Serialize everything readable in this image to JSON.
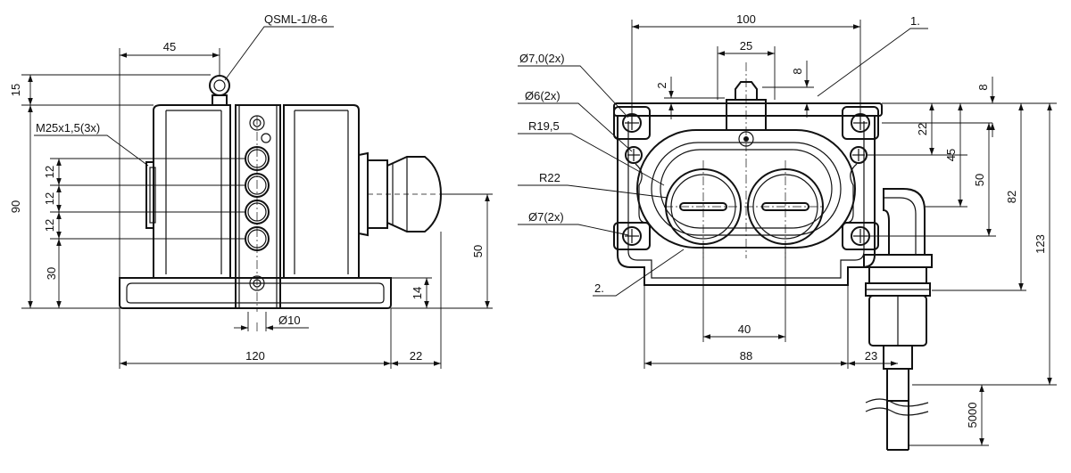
{
  "drawing": {
    "side_view": {
      "dim_top_width": "45",
      "fitting_label": "QSML-1/8-6",
      "dim_height_top": "15",
      "dim_total_height": "90",
      "dim_base_height": "30",
      "gland_label": "M25x1,5(3x)",
      "pitch_1": "12",
      "pitch_2": "12",
      "pitch_3": "12",
      "dim_outlet_height": "50",
      "dim_foot_height": "14",
      "dim_hole_dia": "Ø10",
      "dim_length": "120",
      "dim_gland_protrusion": "22"
    },
    "front_view": {
      "dim_width_top": "100",
      "dim_center_25": "25",
      "dim_8_left": "8",
      "dim_2": "2",
      "dim_8_right": "8",
      "dim_22": "22",
      "dim_45": "45",
      "dim_50": "50",
      "dim_82": "82",
      "dim_123": "123",
      "hole_7_0": "Ø7,0(2x)",
      "hole_6": "Ø6(2x)",
      "radius_19_5": "R19,5",
      "radius_22": "R22",
      "hole_7": "Ø7(2x)",
      "dim_40": "40",
      "dim_88": "88",
      "dim_23": "23",
      "dim_cable": "5000",
      "callout_1": "1.",
      "callout_2": "2."
    }
  }
}
